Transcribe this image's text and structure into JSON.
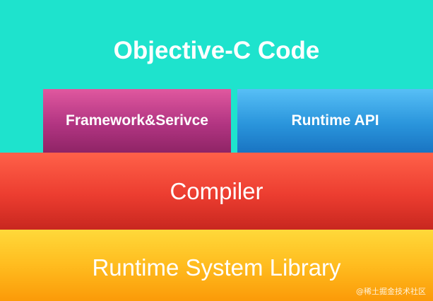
{
  "layers": {
    "objc_code": "Objective-C Code",
    "framework_service": "Framework&Serivce",
    "runtime_api": "Runtime API",
    "compiler": "Compiler",
    "runtime_system_library": "Runtime System Library"
  },
  "watermark": "@稀土掘金技术社区",
  "colors": {
    "objc_code": "#1ee3cd",
    "framework_service": "#b23582",
    "runtime_api": "#2a95dc",
    "compiler": "#ec3d30",
    "runtime_system_library": "#ffbc1f"
  }
}
